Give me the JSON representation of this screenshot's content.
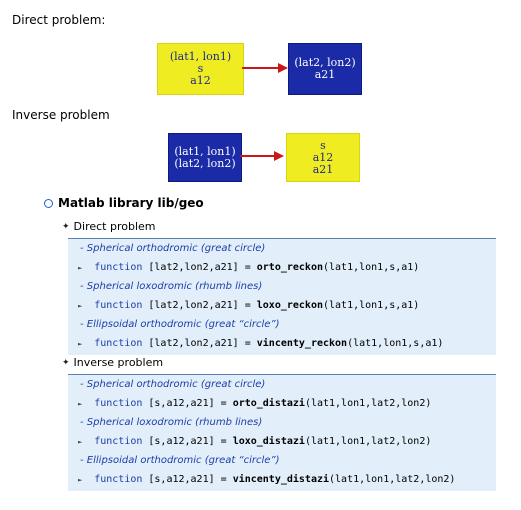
{
  "direct": {
    "heading": "Direct problem:",
    "input_lines": [
      "(lat1, lon1)",
      "s",
      "a12"
    ],
    "output_lines": [
      "(lat2, lon2)",
      "a21"
    ]
  },
  "inverse": {
    "heading": "Inverse problem",
    "input_lines": [
      "(lat1, lon1)",
      "(lat2, lon2)"
    ],
    "output_lines": [
      "s",
      "a12",
      "a21"
    ]
  },
  "library": {
    "title": "Matlab library lib/geo",
    "sections": [
      {
        "title": "Direct problem",
        "items": [
          {
            "desc": "Spherical  orthodromic (great circle)",
            "keyword": "function",
            "pre": "[lat2,lon2,a21] = ",
            "fn": "orto_reckon",
            "args": "(lat1,lon1,s,a1)"
          },
          {
            "desc": "Spherical  loxodromic (rhumb lines)",
            "keyword": "function",
            "pre": "[lat2,lon2,a21] = ",
            "fn": "loxo_reckon",
            "args": "(lat1,lon1,s,a1)"
          },
          {
            "desc": "Ellipsoidal  orthodromic (great “circle”)",
            "keyword": "function",
            "pre": "[lat2,lon2,a21] = ",
            "fn": "vincenty_reckon",
            "args": "(lat1,lon1,s,a1)"
          }
        ]
      },
      {
        "title": "Inverse problem",
        "items": [
          {
            "desc": "Spherical  orthodromic (great circle)",
            "keyword": "function",
            "pre": "[s,a12,a21] = ",
            "fn": "orto_distazi",
            "args": "(lat1,lon1,lat2,lon2)"
          },
          {
            "desc": "Spherical  loxodromic (rhumb lines)",
            "keyword": "function",
            "pre": "[s,a12,a21] = ",
            "fn": "loxo_distazi",
            "args": "(lat1,lon1,lat2,lon2)"
          },
          {
            "desc": "Ellipsoidal  orthodromic (great “circle”)",
            "keyword": "function",
            "pre": "[s,a12,a21] = ",
            "fn": "vincenty_distazi",
            "args": "(lat1,lon1,lat2,lon2)"
          }
        ]
      }
    ]
  },
  "colors": {
    "yellow": "#f0ec22",
    "blue": "#1b2aa6",
    "arrow": "#c81818",
    "panel": "#e2eefa"
  }
}
